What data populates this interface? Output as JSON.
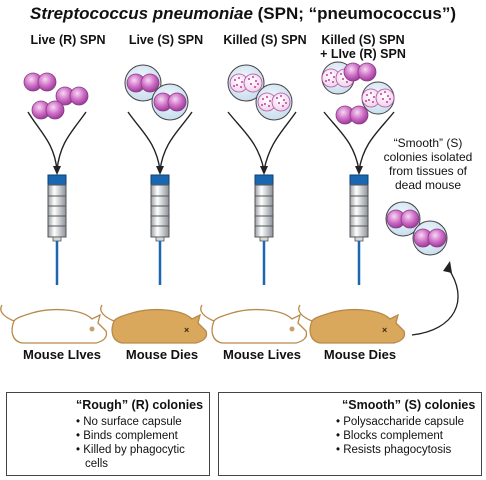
{
  "title": {
    "species": "Streptococcus pneumoniae",
    "rest": " (SPN; “pneumococcus”)"
  },
  "columns": [
    {
      "heading": "Live (R) SPN",
      "outcome": "Mouse LIves"
    },
    {
      "heading": "Live (S) SPN",
      "outcome": "Mouse Dies"
    },
    {
      "heading": "Killed (S) SPN",
      "outcome": "Mouse Lives"
    },
    {
      "heading_line1": "Killed (S) SPN",
      "heading_line2": "+ LIve (R) SPN",
      "outcome": "Mouse Dies"
    }
  ],
  "note": {
    "line1": "“Smooth” (S)",
    "line2": "colonies isolated",
    "line3": "from tissues of",
    "line4": "dead mouse"
  },
  "rough_box": {
    "title": "“Rough” (R) colonies",
    "bullets": [
      "No surface capsule",
      "Binds complement",
      "Killed by phagocytic",
      "cells"
    ]
  },
  "smooth_box": {
    "title": "“Smooth” (S) colonies",
    "bullets": [
      "Polysaccharide capsule",
      "Blocks complement",
      "Resists phagocytosis"
    ]
  },
  "colors": {
    "bacterium": "#d070c8",
    "capsule": "#d6e7f3",
    "syringe_cap": "#1a66b0",
    "mouse_dead": "#d9a85c",
    "mouse_live": "#ffffff"
  }
}
